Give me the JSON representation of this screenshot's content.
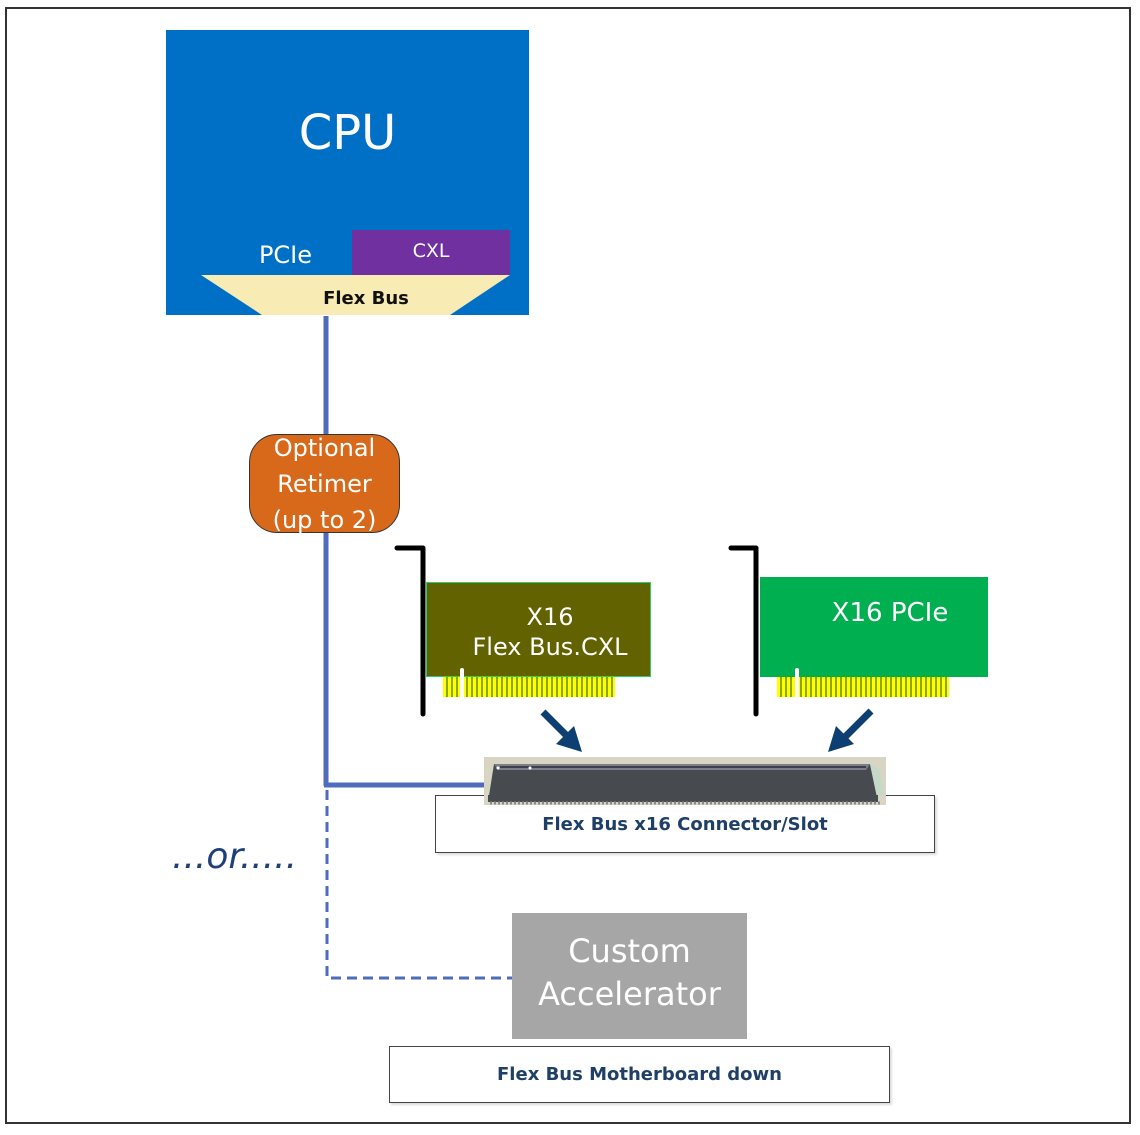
{
  "diagram": {
    "cpu": {
      "label": "CPU",
      "pcie_label": "PCIe",
      "cxl_label": "CXL",
      "flexbus_label": "Flex Bus"
    },
    "retimer": {
      "line1": "Optional",
      "line2": "Retimer",
      "line3": "(up to 2)"
    },
    "cards": [
      {
        "line1": "X16",
        "line2": "Flex Bus.CXL",
        "color": "#626200"
      },
      {
        "line1": "X16 PCIe",
        "color": "#00b050"
      }
    ],
    "connector": {
      "label": "Flex Bus x16 Connector/Slot"
    },
    "or_text": "...or.....",
    "accelerator": {
      "line1": "Custom",
      "line2": "Accelerator"
    },
    "motherboard": {
      "label": "Flex Bus Motherboard down"
    },
    "colors": {
      "cpu": "#0070c6",
      "cxl": "#7030a0",
      "flexbus": "#f8ebb4",
      "retimer": "#d8691b",
      "bus_line": "#4f6bbd",
      "arrow": "#0d3f73",
      "accelerator": "#a6a6a6"
    }
  }
}
